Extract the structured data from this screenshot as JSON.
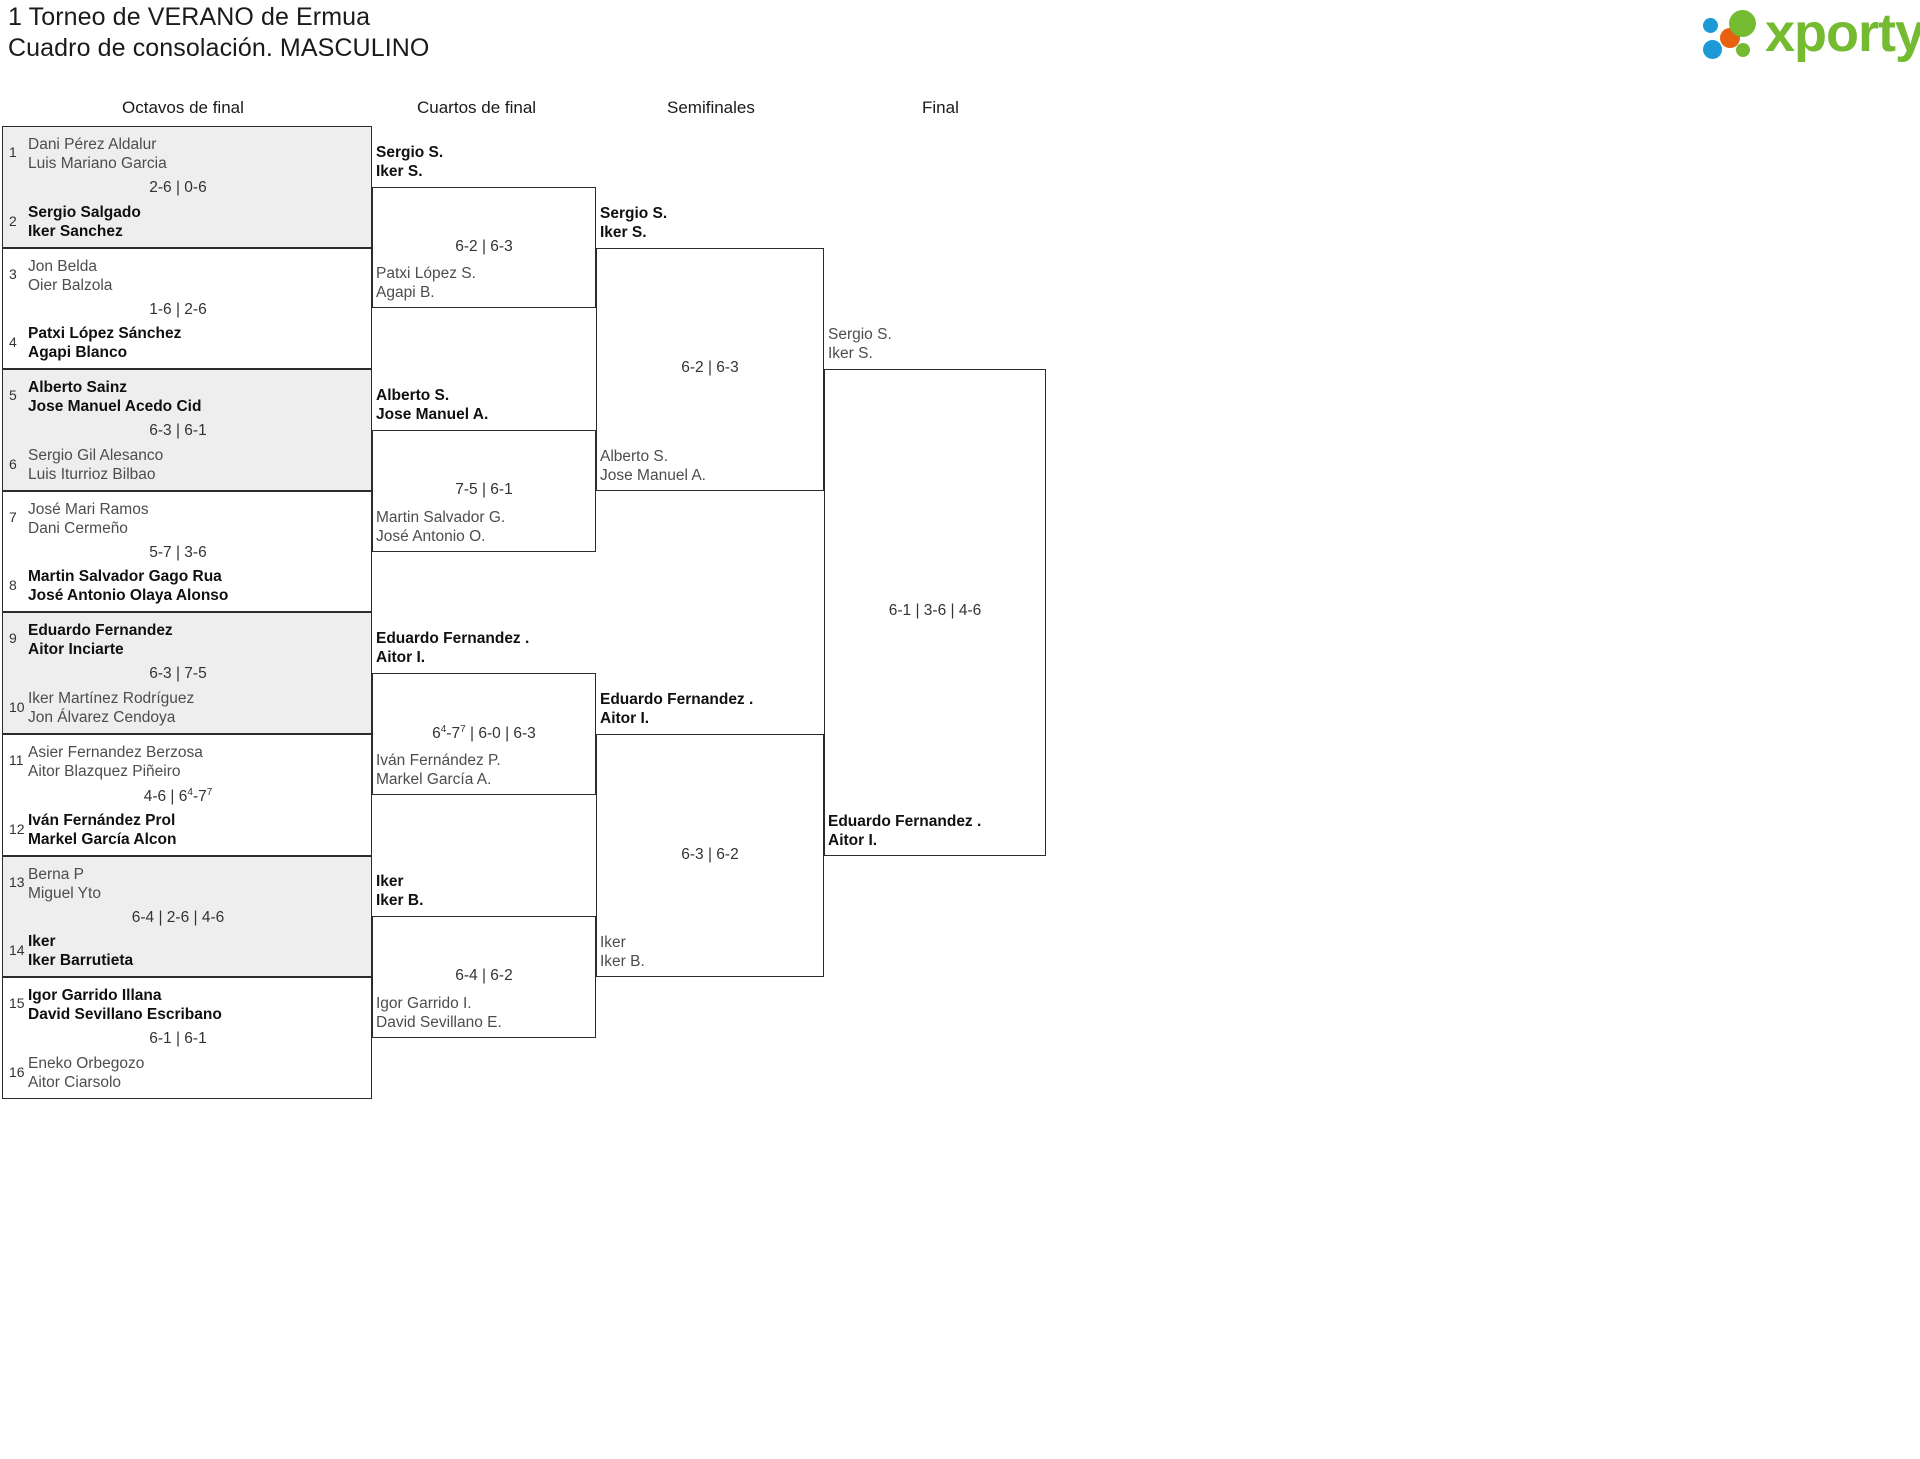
{
  "header": {
    "title_line1": "1 Torneo de VERANO de Ermua",
    "title_line2": "Cuadro de consolación. MASCULINO",
    "logo_word": "xporty",
    "logo_colors": {
      "blue": "#1b9ad6",
      "orange": "#e8610f",
      "green": "#74bb31"
    }
  },
  "rounds": [
    {
      "label": "Octavos de final"
    },
    {
      "label": "Cuartos de final"
    },
    {
      "label": "Semifinales"
    },
    {
      "label": "Final"
    }
  ],
  "round1": [
    {
      "seed_top": "1",
      "seed_bot": "2",
      "top_p1": "Dani Pérez Aldalur",
      "top_p2": "Luis Mariano Garcia",
      "bot_p1": "Sergio Salgado",
      "bot_p2": "Iker Sanchez",
      "score": "2-6 | 0-6",
      "winner": "bottom",
      "shaded": true
    },
    {
      "seed_top": "3",
      "seed_bot": "4",
      "top_p1": "Jon Belda",
      "top_p2": "Oier Balzola",
      "bot_p1": "Patxi López Sánchez",
      "bot_p2": "Agapi Blanco",
      "score": "1-6 | 2-6",
      "winner": "bottom",
      "shaded": false
    },
    {
      "seed_top": "5",
      "seed_bot": "6",
      "top_p1": "Alberto Sainz",
      "top_p2": "Jose Manuel Acedo Cid",
      "bot_p1": "Sergio Gil Alesanco",
      "bot_p2": "Luis Iturrioz Bilbao",
      "score": "6-3 | 6-1",
      "winner": "top",
      "shaded": true
    },
    {
      "seed_top": "7",
      "seed_bot": "8",
      "top_p1": "José Mari Ramos",
      "top_p2": "Dani Cermeño",
      "bot_p1": "Martin Salvador Gago Rua",
      "bot_p2": "José Antonio Olaya Alonso",
      "score": "5-7 | 3-6",
      "winner": "bottom",
      "shaded": false
    },
    {
      "seed_top": "9",
      "seed_bot": "10",
      "top_p1": "Eduardo Fernandez",
      "top_p2": "Aitor Inciarte",
      "bot_p1": "Iker Martínez Rodríguez",
      "bot_p2": "Jon Álvarez Cendoya",
      "score": "6-3 | 7-5",
      "winner": "top",
      "shaded": true
    },
    {
      "seed_top": "11",
      "seed_bot": "12",
      "top_p1": "Asier Fernandez Berzosa",
      "top_p2": "Aitor Blazquez Piñeiro",
      "bot_p1": "Iván Fernández Prol",
      "bot_p2": "Markel García Alcon",
      "score_html": "4-6 | 6<sup>4</sup>-7<sup>7</sup>",
      "score": "4-6 | 6(4)-7(7)",
      "winner": "bottom",
      "shaded": false
    },
    {
      "seed_top": "13",
      "seed_bot": "14",
      "top_p1": "Berna P",
      "top_p2": "Miguel Yto",
      "bot_p1": "Iker",
      "bot_p2": "Iker Barrutieta",
      "score": "6-4 | 2-6 | 4-6",
      "winner": "bottom",
      "shaded": true
    },
    {
      "seed_top": "15",
      "seed_bot": "16",
      "top_p1": "Igor Garrido Illana",
      "top_p2": "David Sevillano Escribano",
      "bot_p1": "Eneko Orbegozo",
      "bot_p2": "Aitor Ciarsolo",
      "score": "6-1 | 6-1",
      "winner": "top",
      "shaded": false
    }
  ],
  "quarterfinals": [
    {
      "top_p1": "Sergio S.",
      "top_p2": "Iker S.",
      "bot_p1": "Patxi López S.",
      "bot_p2": "Agapi B.",
      "score": "6-2 | 6-3",
      "winner": "top"
    },
    {
      "top_p1": "Alberto S.",
      "top_p2": "Jose Manuel A.",
      "bot_p1": "Martin Salvador G.",
      "bot_p2": "José Antonio O.",
      "score": "7-5 | 6-1",
      "winner": "top"
    },
    {
      "top_p1": "Eduardo Fernandez .",
      "top_p2": "Aitor I.",
      "bot_p1": "Iván Fernández P.",
      "bot_p2": "Markel García A.",
      "score_html": "6<sup>4</sup>-7<sup>7</sup> | 6-0 | 6-3",
      "score": "6(4)-7(7) | 6-0 | 6-3",
      "winner": "top"
    },
    {
      "top_p1": "Iker",
      "top_p2": "Iker B.",
      "bot_p1": "Igor Garrido I.",
      "bot_p2": "David Sevillano E.",
      "score": "6-4 | 6-2",
      "winner": "top"
    }
  ],
  "semifinals": [
    {
      "top_p1": "Sergio S.",
      "top_p2": "Iker S.",
      "bot_p1": "Alberto S.",
      "bot_p2": "Jose Manuel A.",
      "score": "6-2 | 6-3",
      "winner": "top"
    },
    {
      "top_p1": "Eduardo Fernandez .",
      "top_p2": "Aitor I.",
      "bot_p1": "Iker",
      "bot_p2": "Iker B.",
      "score": "6-3 | 6-2",
      "winner": "top"
    }
  ],
  "final": {
    "top_p1": "Sergio S.",
    "top_p2": "Iker S.",
    "bot_p1": "Eduardo Fernandez .",
    "bot_p2": "Aitor I.",
    "score": "6-1 | 3-6 | 4-6",
    "winner": "bottom"
  }
}
